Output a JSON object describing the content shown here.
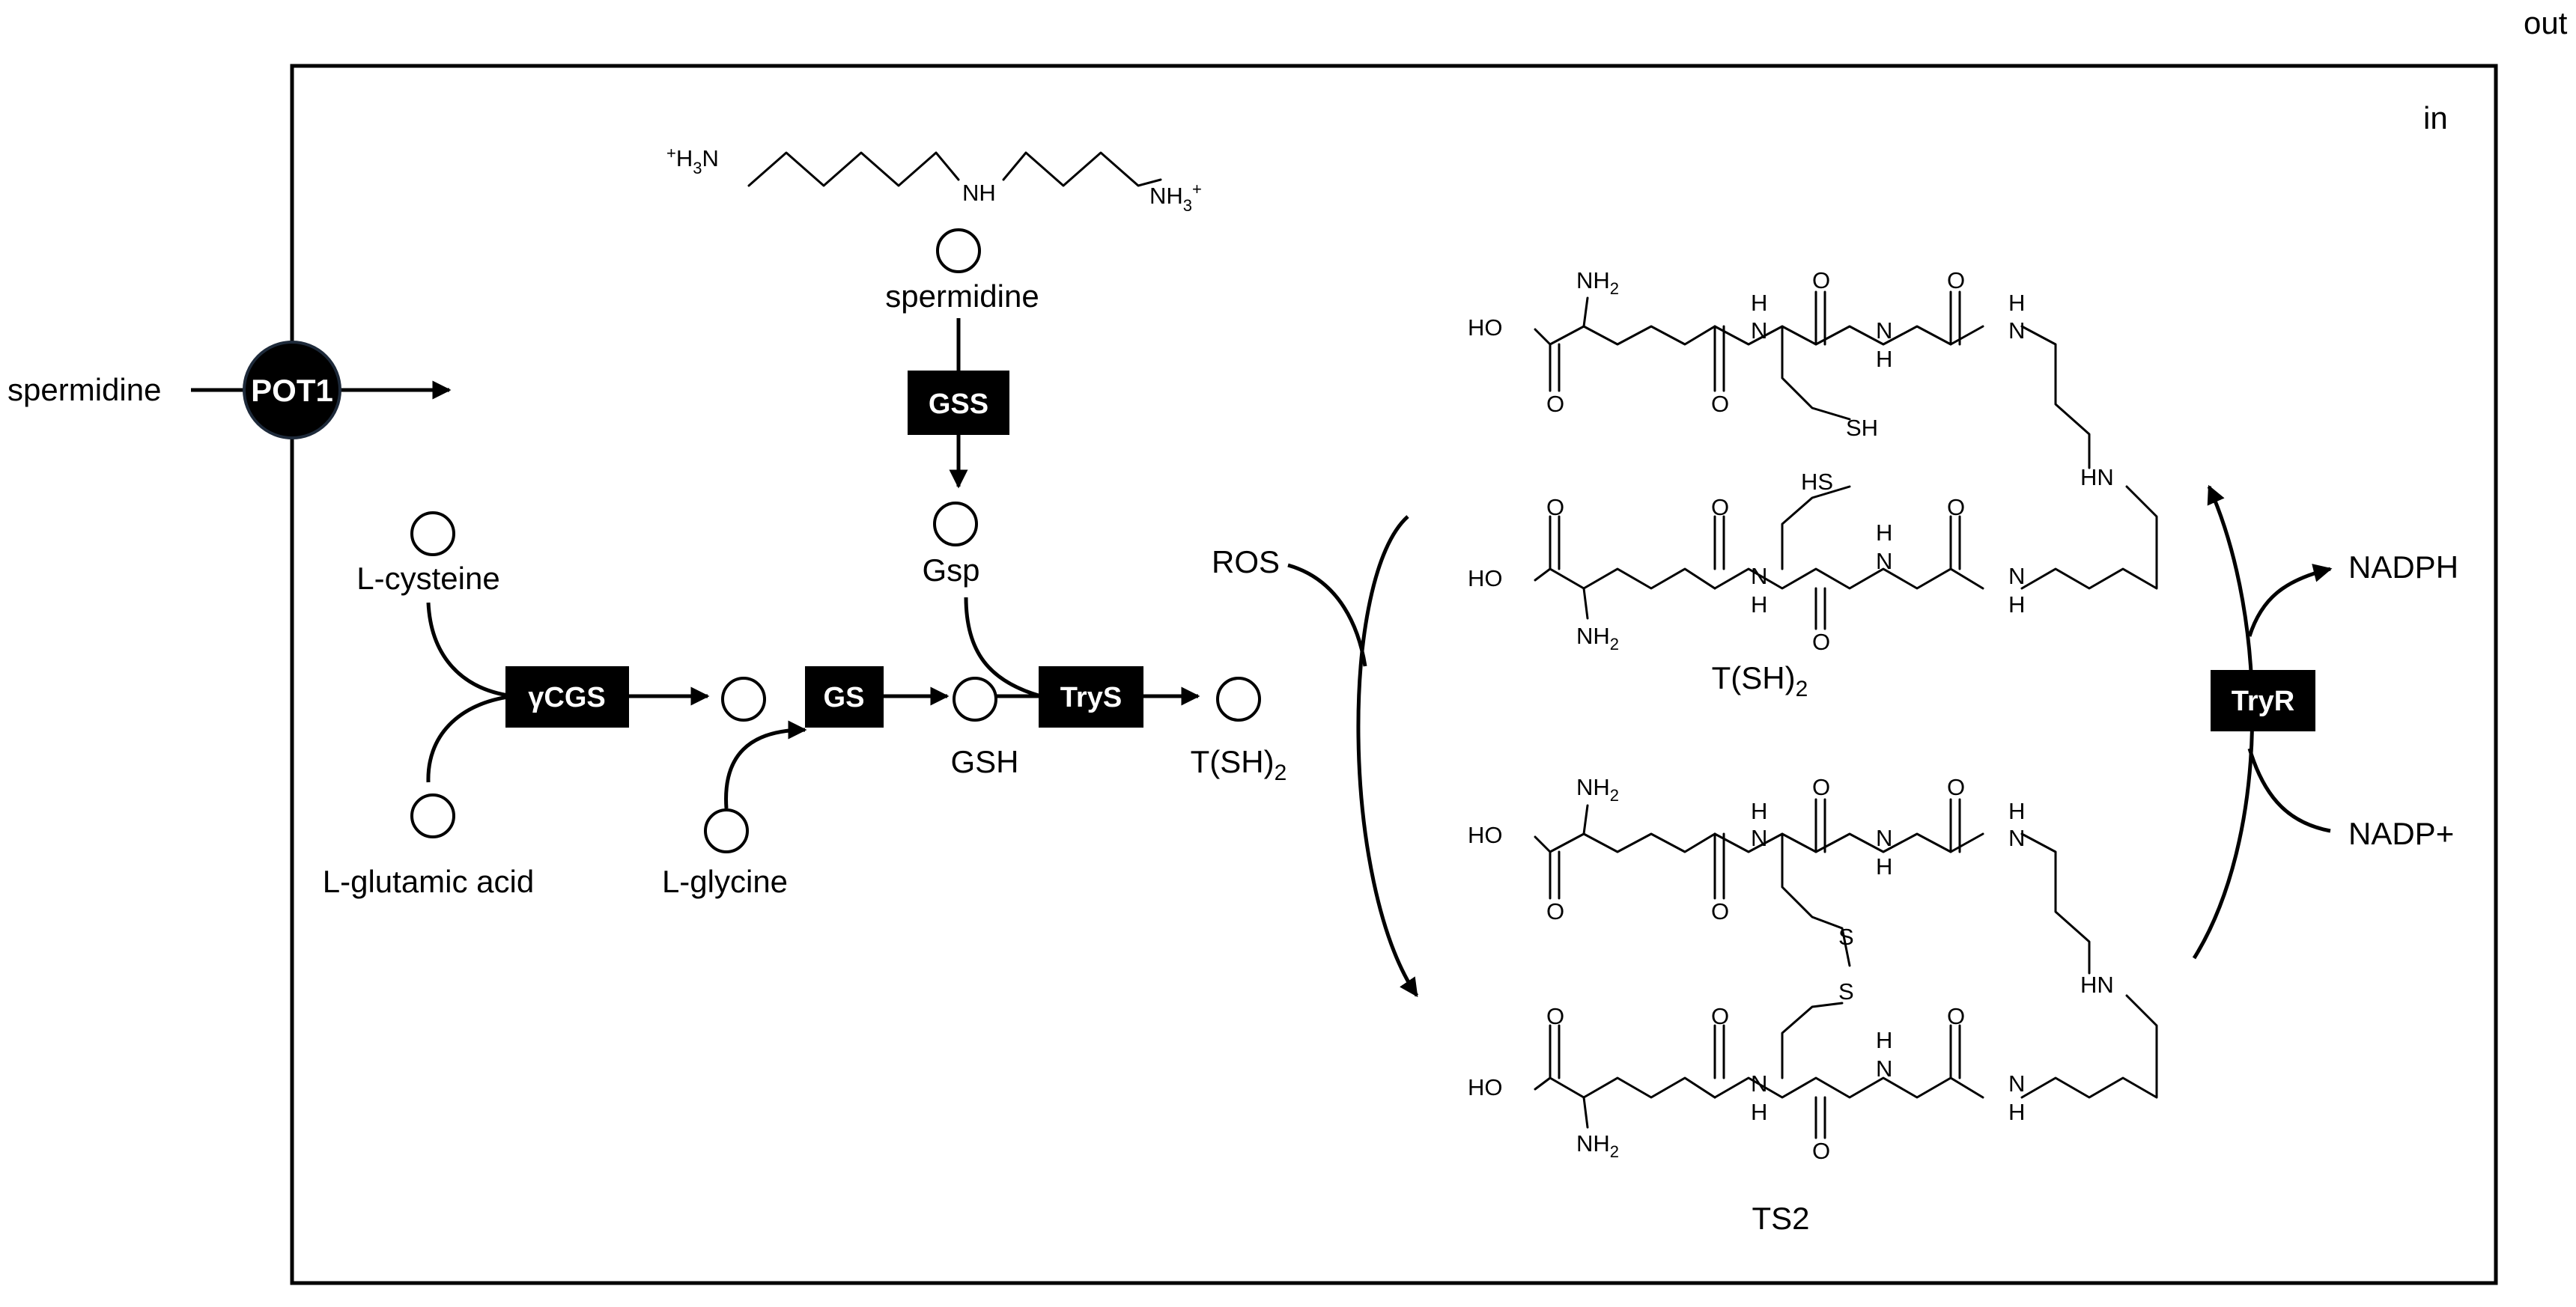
{
  "compartments": {
    "outside": "out",
    "inside": "in"
  },
  "transporter": {
    "label": "POT1",
    "substrate": "spermidine"
  },
  "metabolites": {
    "spermidine": "spermidine",
    "l_cysteine": "L-cysteine",
    "l_glutamic_acid": "L-glutamic acid",
    "l_glycine": "L-glycine",
    "gsp": "Gsp",
    "gsh": "GSH",
    "tsh2": "T(SH)",
    "tsh2_sub": "2",
    "ros": "ROS",
    "nadph": "NADPH",
    "nadp": "NADP+"
  },
  "enzymes": {
    "gcgs": "γCGS",
    "gs": "GS",
    "gss": "GSS",
    "trys": "TryS",
    "tryr": "TryR"
  },
  "structure_labels": {
    "tsh2": "T(SH)",
    "tsh2_sub": "2",
    "ts2": "TS2"
  },
  "spermidine_formula": {
    "h3n_left": "H",
    "h3n_left_sub": "3",
    "h3n_left_n": "N",
    "charge_left": "+",
    "nh": "NH",
    "nh3_right": "NH",
    "nh3_right_sub": "3",
    "charge_right": "+"
  },
  "atoms": {
    "ho": "HO",
    "o": "O",
    "nh2": "NH",
    "nh2_sub": "2",
    "h": "H",
    "n": "N",
    "sh": "SH",
    "hs": "HS",
    "s": "S",
    "hn": "HN"
  }
}
